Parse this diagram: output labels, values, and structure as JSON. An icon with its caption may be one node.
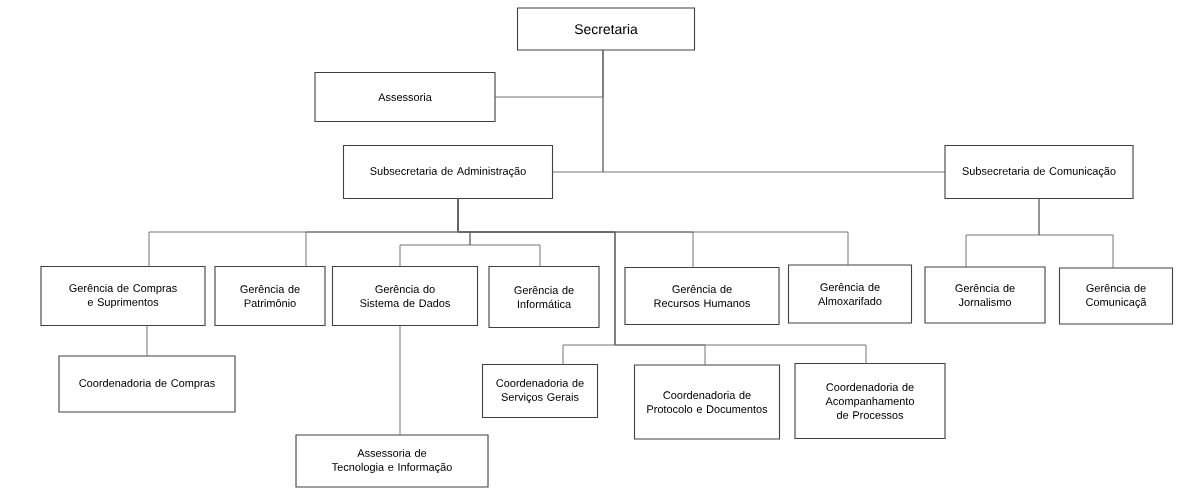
{
  "diagram": {
    "nodes": [
      {
        "text": [
          "Secretaria"
        ]
      },
      {
        "text": [
          "Assessoria"
        ]
      },
      {
        "text": [
          "Subsecretaria de Administração"
        ]
      },
      {
        "text": [
          "Subsecretaria de Comunicação"
        ]
      },
      {
        "text": [
          "Gerência de Compras e Suprimentos"
        ]
      },
      {
        "text": [
          "Gerência de Patrimônio"
        ]
      },
      {
        "text": [
          "Gerência do Sistema de Dados"
        ]
      },
      {
        "text": [
          "Gerência de Informática"
        ]
      },
      {
        "text": [
          "Gerência de Recursos Humanos"
        ]
      },
      {
        "text": [
          "Gerência de Almoxarifado"
        ]
      },
      {
        "text": [
          "Gerência de Jornalismo"
        ]
      },
      {
        "text": [
          "Gerência de Comunicaçã"
        ]
      },
      {
        "text": [
          "Coordenadoria de Compras"
        ]
      },
      {
        "text": [
          "Coordenadoria de Serviços Gerais"
        ]
      },
      {
        "text": [
          "Coordenadoria de Protocolo e Documentos"
        ]
      },
      {
        "text": [
          "Coordenadoria de Acompanhamento de Processos"
        ]
      },
      {
        "text": [
          "Assessoria de Tecnologia e Informação"
        ]
      }
    ],
    "edges": [
      {
        "from": 0,
        "to": 1,
        "arrow": "none"
      },
      {
        "from": 0,
        "to": 2,
        "arrow": "none"
      },
      {
        "from": 0,
        "to": 3,
        "arrow": "none"
      },
      {
        "from": 2,
        "to": 4,
        "arrow": "none"
      },
      {
        "from": 2,
        "to": 5,
        "arrow": "none"
      },
      {
        "from": 2,
        "to": 6,
        "arrow": "none"
      },
      {
        "from": 2,
        "to": 7,
        "arrow": "none"
      },
      {
        "from": 2,
        "to": 8,
        "arrow": "none"
      },
      {
        "from": 2,
        "to": 9,
        "arrow": "none"
      },
      {
        "from": 3,
        "to": 10,
        "arrow": "none"
      },
      {
        "from": 3,
        "to": 11,
        "arrow": "none"
      },
      {
        "from": 4,
        "to": 12,
        "arrow": "none"
      },
      {
        "from": 2,
        "to": 13,
        "arrow": "none"
      },
      {
        "from": 2,
        "to": 14,
        "arrow": "none"
      },
      {
        "from": 2,
        "to": 15,
        "arrow": "none"
      },
      {
        "from": 6,
        "to": 16,
        "arrow": "none"
      }
    ]
  }
}
